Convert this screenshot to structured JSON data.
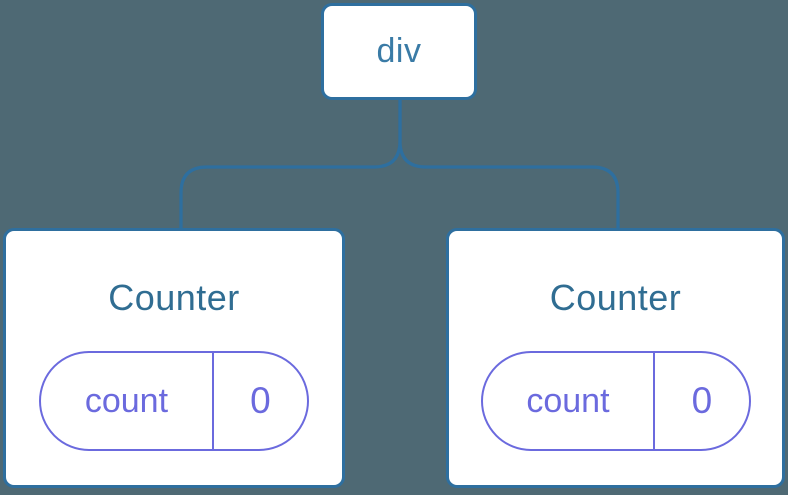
{
  "diagram": {
    "root": {
      "label": "div"
    },
    "children": [
      {
        "title": "Counter",
        "state": {
          "label": "count",
          "value": "0"
        }
      },
      {
        "title": "Counter",
        "state": {
          "label": "count",
          "value": "0"
        }
      }
    ]
  },
  "colors": {
    "background": "#4e6974",
    "line-blue": "#2e6f9f",
    "root-text-blue": "#3a7ba6",
    "title-blue": "#306d92",
    "state-purple": "#6b6ade",
    "card-bg": "#ffffff"
  }
}
